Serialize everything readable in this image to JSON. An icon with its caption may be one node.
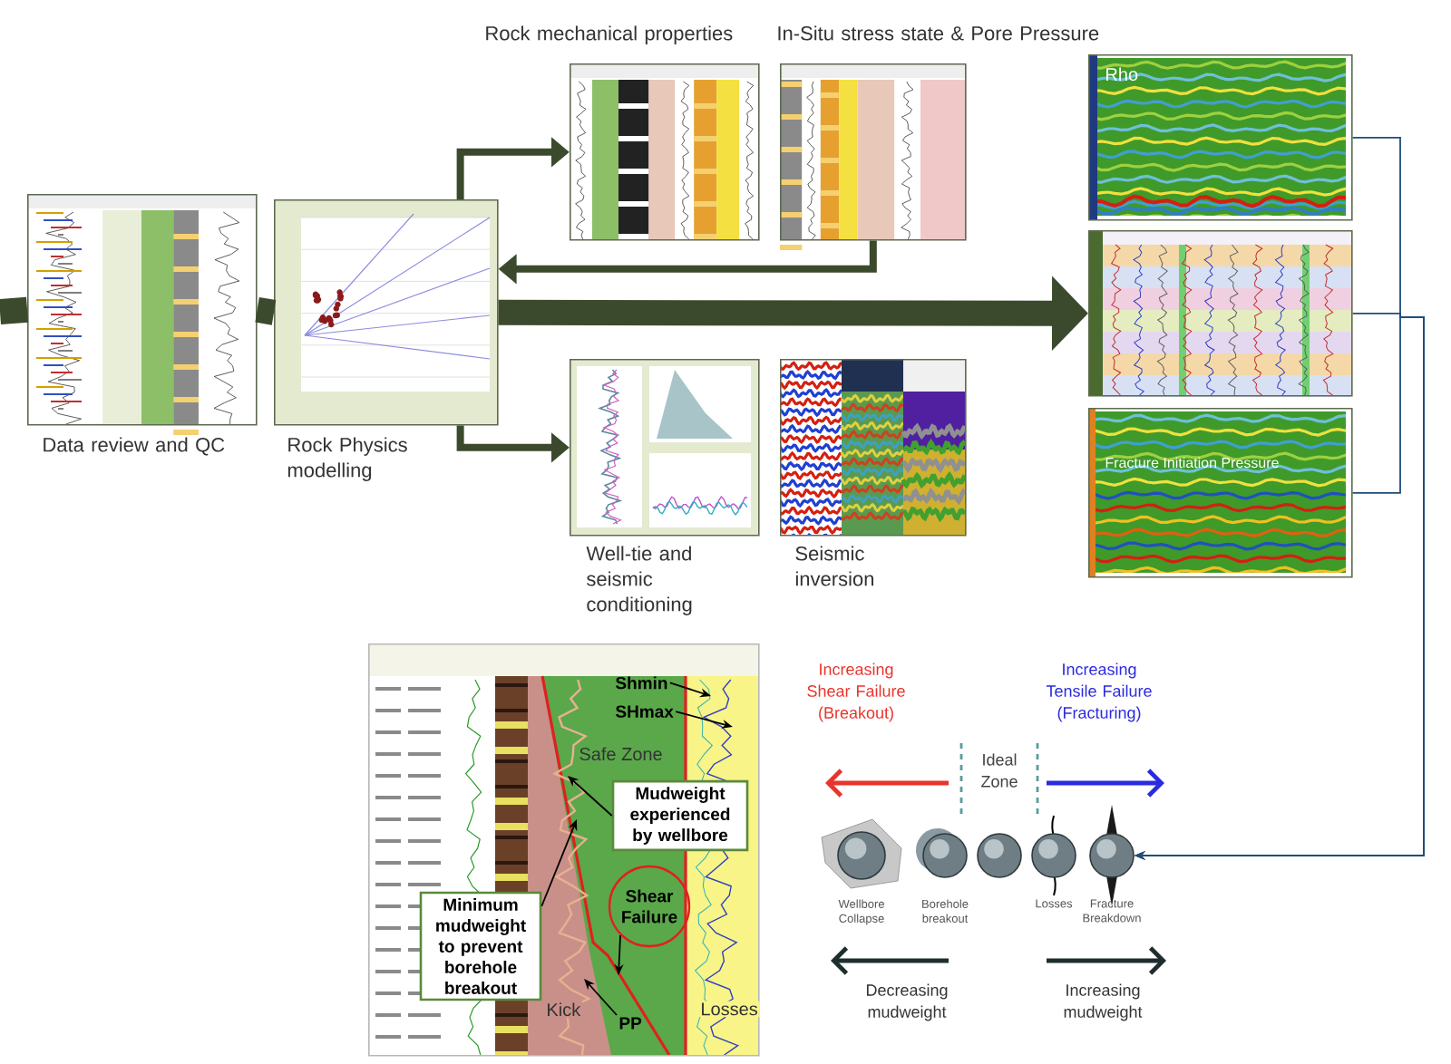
{
  "diagram": {
    "nodes": [
      {
        "text": [
          "Data review and QC"
        ]
      },
      {
        "text": [
          "Rock Physics modelling"
        ]
      },
      {
        "text": [
          "Rock mechanical properties"
        ]
      },
      {
        "text": [
          "In-Situ stress state & Pore Pressure"
        ]
      },
      {
        "text": [
          "Well-tie and seismic conditioning"
        ]
      },
      {
        "text": [
          "Seismic inversion"
        ]
      },
      {
        "text": [
          "Rho"
        ]
      },
      {
        "text": [],
        "shape": "picture"
      },
      {
        "text": [
          "Fracture Initiation Pressure"
        ]
      },
      {
        "text": [
          "Safe Zone",
          "Kick",
          "Losses"
        ]
      },
      {
        "text": [
          "Shmin"
        ],
        "in": 9
      },
      {
        "text": [
          "SHmax"
        ],
        "in": 9
      },
      {
        "text": [
          "Mudweight experienced by wellbore"
        ],
        "in": 9
      },
      {
        "text": [
          "Minimum mudweight to prevent borehole breakout"
        ],
        "in": 9
      },
      {
        "text": [
          "Shear Failure"
        ],
        "in": 9
      },
      {
        "text": [
          "PP"
        ],
        "in": 9
      },
      {
        "text": [
          "Wellbore Collapse"
        ]
      },
      {
        "text": [
          "Borehole breakout"
        ]
      },
      {
        "text": [],
        "shape": "circle"
      },
      {
        "text": [
          "Losses"
        ]
      },
      {
        "text": [
          "Fracture Breakdown"
        ]
      }
    ],
    "edges": [
      {
        "from": null,
        "to": 0,
        "arrow": "none",
        "style": "thick"
      },
      {
        "from": 0,
        "to": 1,
        "arrow": "none",
        "style": "thick"
      },
      {
        "from": 1,
        "to": 7,
        "arrow": "to",
        "style": "thick"
      },
      {
        "from": 1,
        "to": 2,
        "arrow": "to",
        "style": "thick"
      },
      {
        "from": 3,
        "to": 1,
        "arrow": "to",
        "style": "thick"
      },
      {
        "from": 1,
        "to": 4,
        "arrow": "to",
        "style": "thick"
      },
      {
        "from": 6,
        "to": 20,
        "arrow": "to",
        "color": "#1f4e79"
      },
      {
        "from": 7,
        "to": 20,
        "arrow": "to",
        "color": "#1f4e79"
      },
      {
        "from": 8,
        "to": 20,
        "arrow": "to",
        "color": "#1f4e79"
      },
      {
        "from": 10,
        "to": null,
        "arrow": "to",
        "color": "#000000"
      },
      {
        "from": 11,
        "to": null,
        "arrow": "to",
        "color": "#000000"
      },
      {
        "from": 12,
        "to": null,
        "arrow": "to",
        "color": "#000000"
      },
      {
        "from": 13,
        "to": null,
        "arrow": "to",
        "color": "#000000"
      },
      {
        "from": 14,
        "to": null,
        "arrow": "to",
        "color": "#000000"
      },
      {
        "from": 15,
        "to": null,
        "arrow": "to",
        "color": "#000000"
      }
    ],
    "labels": [
      "Increasing Shear Failure (Breakout)",
      "Ideal Zone",
      "Increasing Tensile Failure (Fracturing)",
      "Decreasing mudweight",
      "Increasing mudweight"
    ]
  }
}
